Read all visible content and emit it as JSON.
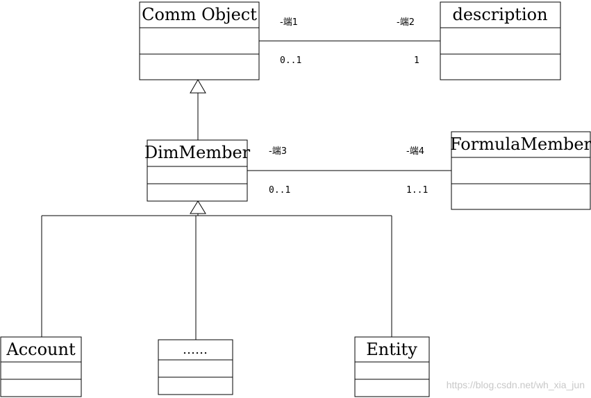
{
  "classes": {
    "comm_object": "Comm Object",
    "description": "description",
    "dim_member": "DimMember",
    "formula_member": "FormulaMember",
    "account": "Account",
    "ellipsis": "……",
    "entity": "Entity"
  },
  "associations": {
    "comm_description": {
      "role_left": "-端1",
      "role_right": "-端2",
      "mult_left": "0..1",
      "mult_right": "1"
    },
    "dim_formula": {
      "role_left": "-端3",
      "role_right": "-端4",
      "mult_left": "0..1",
      "mult_right": "1..1"
    }
  },
  "watermark": "https://blog.csdn.net/wh_xia_jun"
}
